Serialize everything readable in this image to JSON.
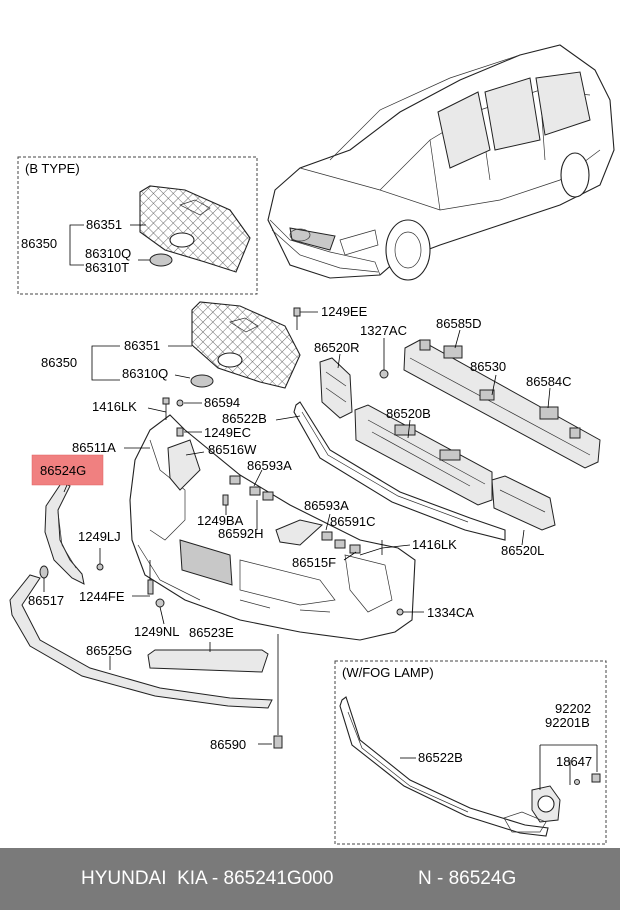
{
  "insets": [
    {
      "id": "b-type",
      "title": "(B TYPE)"
    },
    {
      "id": "fog-lamp",
      "title": "(W/FOG LAMP)"
    }
  ],
  "callouts": {
    "b_86351": "86351",
    "b_86350": "86350",
    "b_86310Q": "86310Q",
    "b_86310T": "86310T",
    "p_1249EE": "1249EE",
    "p_1327AC": "1327AC",
    "p_86585D": "86585D",
    "p_86351": "86351",
    "p_86350": "86350",
    "p_86520R": "86520R",
    "p_86530": "86530",
    "p_86310Q": "86310Q",
    "p_86584C": "86584C",
    "p_1416LK_a": "1416LK",
    "p_86594": "86594",
    "p_86522B": "86522B",
    "p_86520B": "86520B",
    "p_1249EC": "1249EC",
    "p_86511A": "86511A",
    "p_86516W": "86516W",
    "p_86524G": "86524G",
    "p_86593A_a": "86593A",
    "p_86593A_b": "86593A",
    "p_1249BA": "1249BA",
    "p_86591C": "86591C",
    "p_86592H": "86592H",
    "p_1249LJ": "1249LJ",
    "p_1416LK_b": "1416LK",
    "p_86515F": "86515F",
    "p_86520L": "86520L",
    "p_86517": "86517",
    "p_1244FE": "1244FE",
    "p_1334CA": "1334CA",
    "p_1249NL": "1249NL",
    "p_86523E": "86523E",
    "p_86525G": "86525G",
    "p_86590": "86590",
    "f_92202": "92202",
    "f_92201B": "92201B",
    "f_86522B": "86522B",
    "f_18647": "18647"
  },
  "highlight": {
    "part": "86524G",
    "color": "#f08080"
  },
  "footer": {
    "brand": "HYUNDAI  KIA - 865241G000",
    "ref": "N - 86524G"
  }
}
